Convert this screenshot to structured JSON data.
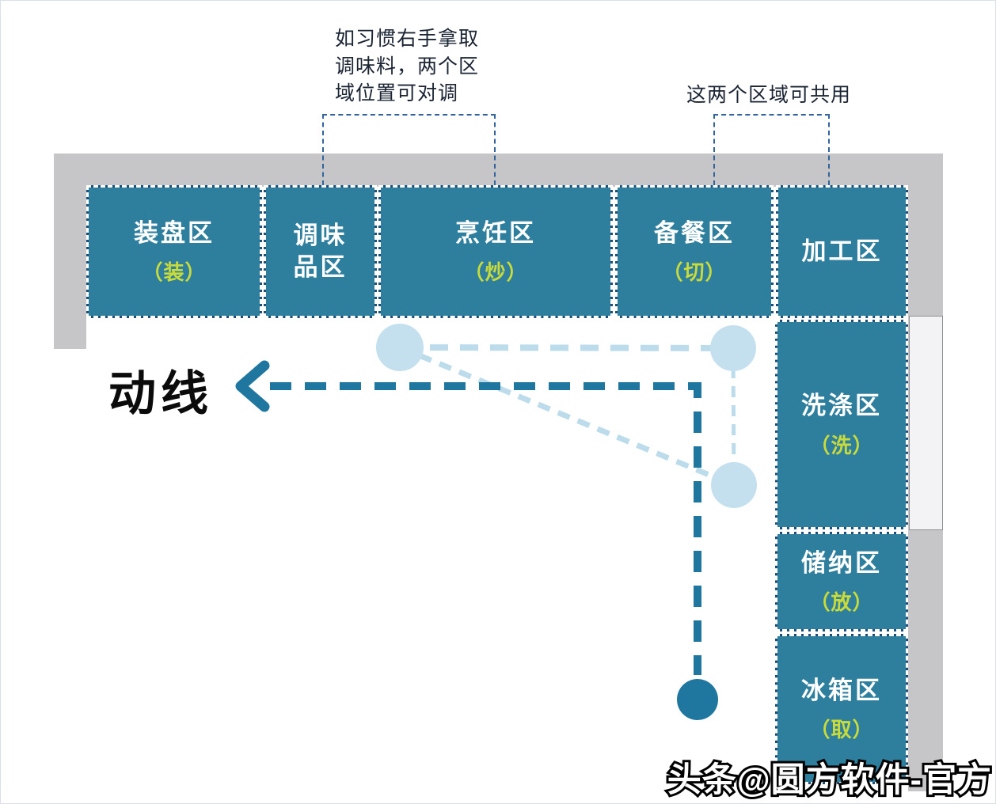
{
  "diagram": {
    "flow_label": "动线",
    "watermark": "头条@圆方软件-官方"
  },
  "annotations": {
    "seasoning_note": "如习惯右手拿取\n调味料，两个区\n域位置可对调",
    "shared_note": "这两个区域可共用"
  },
  "zones": {
    "plating": {
      "name": "装盘区",
      "tag": "（装）"
    },
    "seasoning": {
      "name": "调味\n品区",
      "tag": ""
    },
    "cooking": {
      "name": "烹饪区",
      "tag": "（炒）"
    },
    "prep": {
      "name": "备餐区",
      "tag": "（切）"
    },
    "processing": {
      "name": "加工区",
      "tag": ""
    },
    "washing": {
      "name": "洗涤区",
      "tag": "（洗）"
    },
    "storage": {
      "name": "储纳区",
      "tag": "（放）"
    },
    "fridge": {
      "name": "冰箱区",
      "tag": "（取）"
    }
  },
  "colors": {
    "zone_fill": "#2E7E9E",
    "zone_border_dark": "#1A4F7B",
    "zone_border_dash": "#FFFFFF",
    "tag_text": "#C9DB3B",
    "wall": "#C6C6C8",
    "flow_line": "#1F77A0",
    "work_triangle": "#BCDCEC",
    "annotation_dash": "#33639C",
    "annotation_text": "#1A2433"
  }
}
